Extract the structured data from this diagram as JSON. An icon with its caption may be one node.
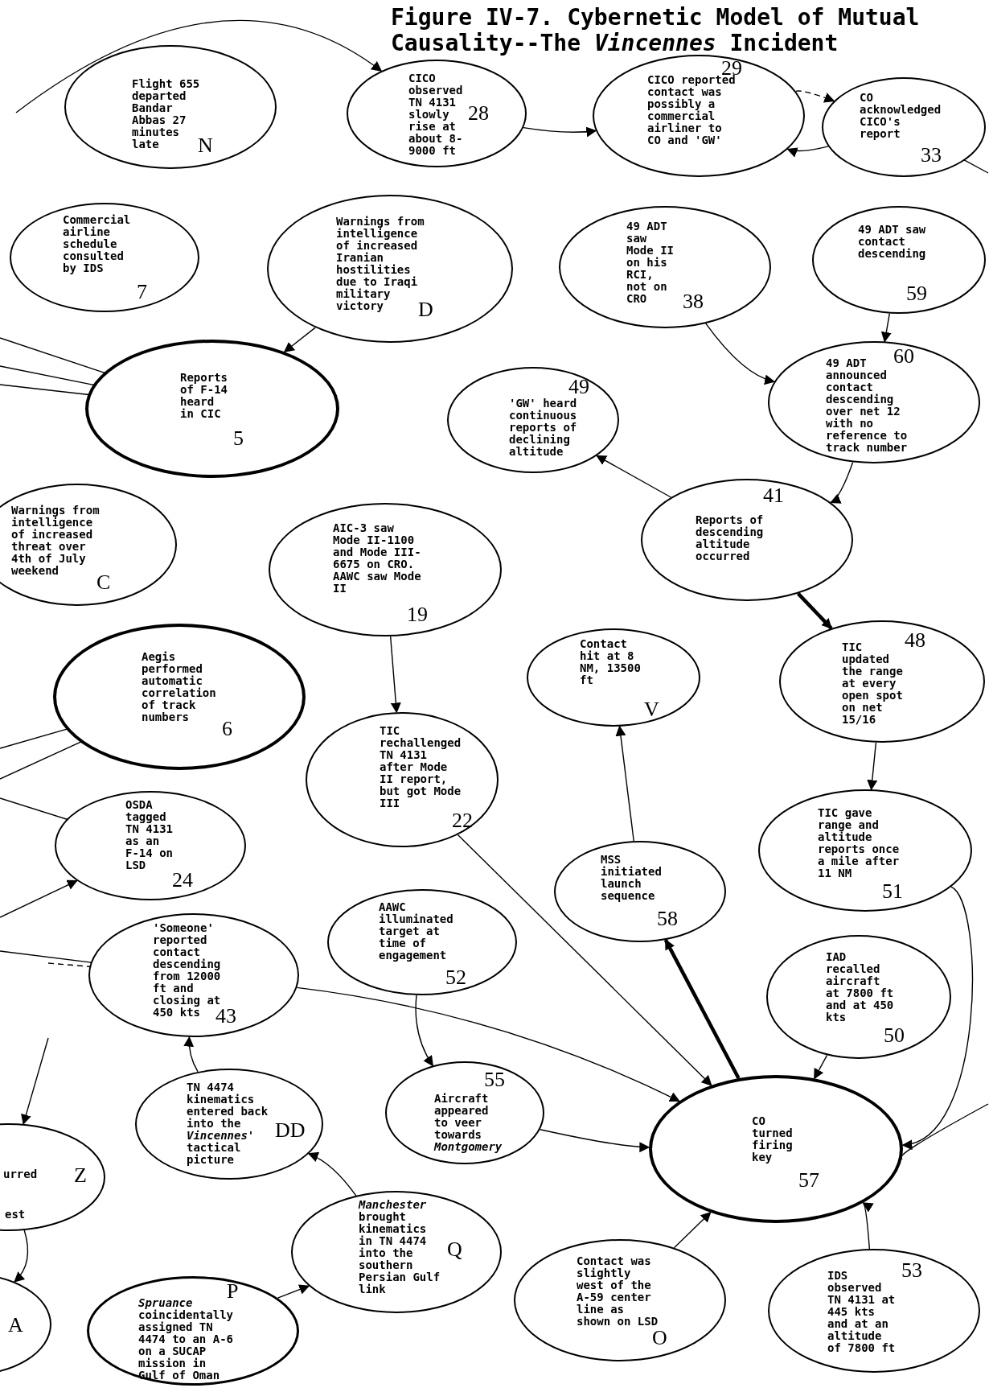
{
  "diagram": {
    "title": "Figure IV-7. Cybernetic Model of Mutual Causality--The *Vincennes* Incident",
    "nodes": [
      {
        "text": [
          "Flight 655 departed Bandar Abbas 27 minutes late",
          "N"
        ]
      },
      {
        "text": [
          "CICO observed TN 4131 slowly rise at about 8-9000 ft",
          "28"
        ]
      },
      {
        "text": [
          "29",
          "CICO reported contact was possibly a commercial airliner to CO and 'GW'"
        ]
      },
      {
        "text": [
          "CO acknowledged CICO's report",
          "33"
        ]
      },
      {
        "text": [
          "Commercial airline schedule consulted by IDS",
          "7"
        ]
      },
      {
        "text": [
          "Warnings from intelligence of increased Iranian hostilities due to Iraqi military victory",
          "D"
        ]
      },
      {
        "text": [
          "49 ADT saw Mode II on his RCI, not on CRO",
          "38"
        ]
      },
      {
        "text": [
          "49 ADT saw contact descending",
          "59"
        ]
      },
      {
        "text": [
          "Reports of F-14 heard in CIC",
          "5"
        ]
      },
      {
        "text": [
          "49",
          "'GW' heard continuous reports of declining altitude"
        ]
      },
      {
        "text": [
          "60",
          "49 ADT announced contact descending over net 12 with no reference to track number"
        ]
      },
      {
        "text": [
          "41",
          "Reports of descending altitude occurred"
        ]
      },
      {
        "text": [
          "Warnings from intelligence of increased threat over 4th of July weekend",
          "C"
        ]
      },
      {
        "text": [
          "AIC-3 saw Mode II-1100 and Mode III-6675 on CRO. AAWC saw Mode II",
          "19"
        ]
      },
      {
        "text": [
          "Contact hit at 8 NM, 13500 ft",
          "V"
        ]
      },
      {
        "text": [
          "48",
          "TIC updated the range at every open spot on net 15/16"
        ]
      },
      {
        "text": [
          "Aegis performed automatic correlation of track numbers",
          "6"
        ]
      },
      {
        "text": [
          "TIC rechallenged TN 4131 after Mode II report, but got Mode III",
          "22"
        ]
      },
      {
        "text": [
          "OSDA tagged TN 4131 as an F-14 on LSD",
          "24"
        ]
      },
      {
        "text": [
          "TIC gave range and altitude reports once a mile after 11 NM",
          "51"
        ]
      },
      {
        "text": [
          "MSS initiated launch sequence",
          "58"
        ]
      },
      {
        "text": [
          "AAWC illuminated target at time of engagement",
          "52"
        ]
      },
      {
        "text": [
          "'Someone' reported contact descending from 12000 ft and closing at 450 kts",
          "43"
        ]
      },
      {
        "text": [
          "IAD recalled aircraft at 7800 ft and at 450 kts",
          "50"
        ]
      },
      {
        "text": [
          "TN 4474 kinematics entered back into the *Vincennes'* tactical picture",
          "DD"
        ]
      },
      {
        "text": [
          "55",
          "Aircraft appeared to veer towards *Montgomery*"
        ]
      },
      {
        "text": [
          "CO turned firing key",
          "57"
        ]
      },
      {
        "text": [
          "urred",
          "est",
          "Z"
        ]
      },
      {
        "text": [
          "*Manchester* brought kinematics in TN 4474 into the southern Persian Gulf link",
          "Q"
        ]
      },
      {
        "text": [
          "Contact was slightly west of the A-59 center line as shown on LSD",
          "O"
        ]
      },
      {
        "text": [
          "53",
          "IDS observed TN 4131 at 445 kts and at an altitude of 7800 ft"
        ]
      },
      {
        "text": [
          "A"
        ]
      },
      {
        "text": [
          "P",
          "*Spruance* coincidentally assigned TN 4474 to an A-6 on a SUCAP mission in Gulf of Oman"
        ]
      }
    ],
    "edges": [
      {
        "from": null,
        "to": 1,
        "arrow": "to"
      },
      {
        "from": 1,
        "to": 2,
        "arrow": "to"
      },
      {
        "from": 2,
        "to": 3,
        "arrow": "to",
        "style": "dashed"
      },
      {
        "from": 3,
        "to": 2,
        "arrow": "to"
      },
      {
        "from": 7,
        "to": 10,
        "arrow": "to"
      },
      {
        "from": 6,
        "to": 10,
        "arrow": "to"
      },
      {
        "from": 10,
        "to": 11,
        "arrow": "to"
      },
      {
        "from": 11,
        "to": 9,
        "arrow": "to"
      },
      {
        "from": 11,
        "to": 15,
        "arrow": "to",
        "style": "thick"
      },
      {
        "from": 15,
        "to": 19,
        "arrow": "to"
      },
      {
        "from": 13,
        "to": 17,
        "arrow": "to"
      },
      {
        "from": 20,
        "to": 14,
        "arrow": "to"
      },
      {
        "from": 26,
        "to": 20,
        "arrow": "to",
        "style": "thick"
      },
      {
        "from": 23,
        "to": 26,
        "arrow": "to"
      },
      {
        "from": 30,
        "to": 26,
        "arrow": "to"
      },
      {
        "from": 29,
        "to": 26,
        "arrow": "to"
      },
      {
        "from": 19,
        "to": 26,
        "arrow": "to"
      },
      {
        "from": null,
        "to": 26,
        "arrow": "to"
      },
      {
        "from": 25,
        "to": 26,
        "arrow": "to"
      },
      {
        "from": 22,
        "to": 26,
        "arrow": "to"
      },
      {
        "from": 21,
        "to": 25,
        "arrow": "to"
      },
      {
        "from": 28,
        "to": 24,
        "arrow": "to"
      },
      {
        "from": 24,
        "to": 22,
        "arrow": "to"
      },
      {
        "from": 32,
        "to": 28,
        "arrow": "to"
      },
      {
        "from": 27,
        "to": 31,
        "arrow": "to"
      },
      {
        "from": null,
        "to": 27,
        "arrow": "to"
      },
      {
        "from": 5,
        "to": 8,
        "arrow": "to"
      },
      {
        "from": null,
        "to": 8,
        "arrow": "to"
      },
      {
        "from": null,
        "to": 8,
        "arrow": "to"
      },
      {
        "from": null,
        "to": 8,
        "arrow": "to"
      },
      {
        "from": null,
        "to": 16,
        "arrow": "to"
      },
      {
        "from": null,
        "to": 16,
        "arrow": "to"
      },
      {
        "from": null,
        "to": 18,
        "arrow": "to"
      },
      {
        "from": null,
        "to": 18,
        "arrow": "to"
      },
      {
        "from": null,
        "to": 22,
        "arrow": "to"
      },
      {
        "from": null,
        "to": 22,
        "arrow": "to",
        "style": "dashed"
      },
      {
        "from": 17,
        "to": 26,
        "arrow": "to"
      },
      {
        "from": 3,
        "to": null,
        "arrow": "none"
      }
    ]
  }
}
